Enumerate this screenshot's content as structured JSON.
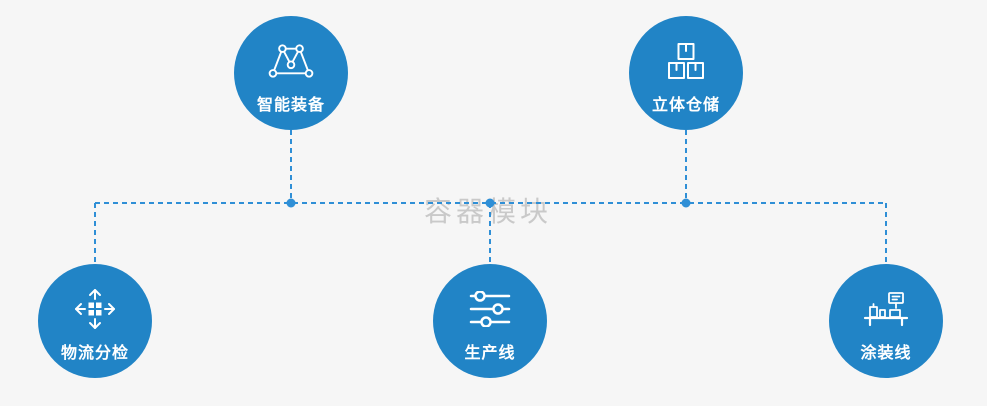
{
  "watermark": "容器模块",
  "colors": {
    "circle": "#2184c6",
    "connector": "#2f8fd6",
    "watermark": "#c9c9c9",
    "background": "#f6f6f6",
    "icon": "#ffffff",
    "label": "#ffffff"
  },
  "nodes": [
    {
      "label": "智能装备",
      "icon": "network-nodes-icon",
      "row": "top"
    },
    {
      "label": "立体仓储",
      "icon": "stacked-boxes-icon",
      "row": "top"
    },
    {
      "label": "物流分检",
      "icon": "sorting-arrows-icon",
      "row": "bottom"
    },
    {
      "label": "生产线",
      "icon": "sliders-icon",
      "row": "bottom"
    },
    {
      "label": "涂装线",
      "icon": "coating-machine-icon",
      "row": "bottom"
    }
  ]
}
